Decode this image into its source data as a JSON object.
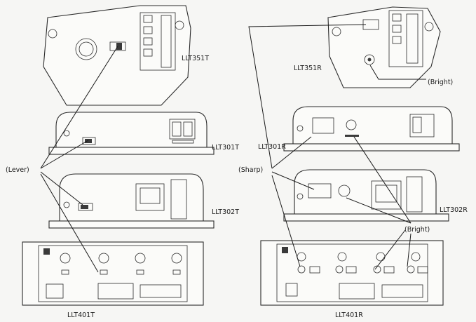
{
  "diagram": {
    "devices": {
      "llt351t": "LLT351T",
      "llt351r": "LLT351R",
      "llt301t": "LLT301T",
      "llt301r": "LLT301R",
      "llt302t": "LLT302T",
      "llt302r": "LLT302R",
      "llt401t": "LLT401T",
      "llt401r": "LLT401R"
    },
    "callouts": {
      "lever": "(Lever)",
      "sharp": "(Sharp)",
      "bright_top": "(Bright)",
      "bright_mid": "(Bright)"
    }
  }
}
